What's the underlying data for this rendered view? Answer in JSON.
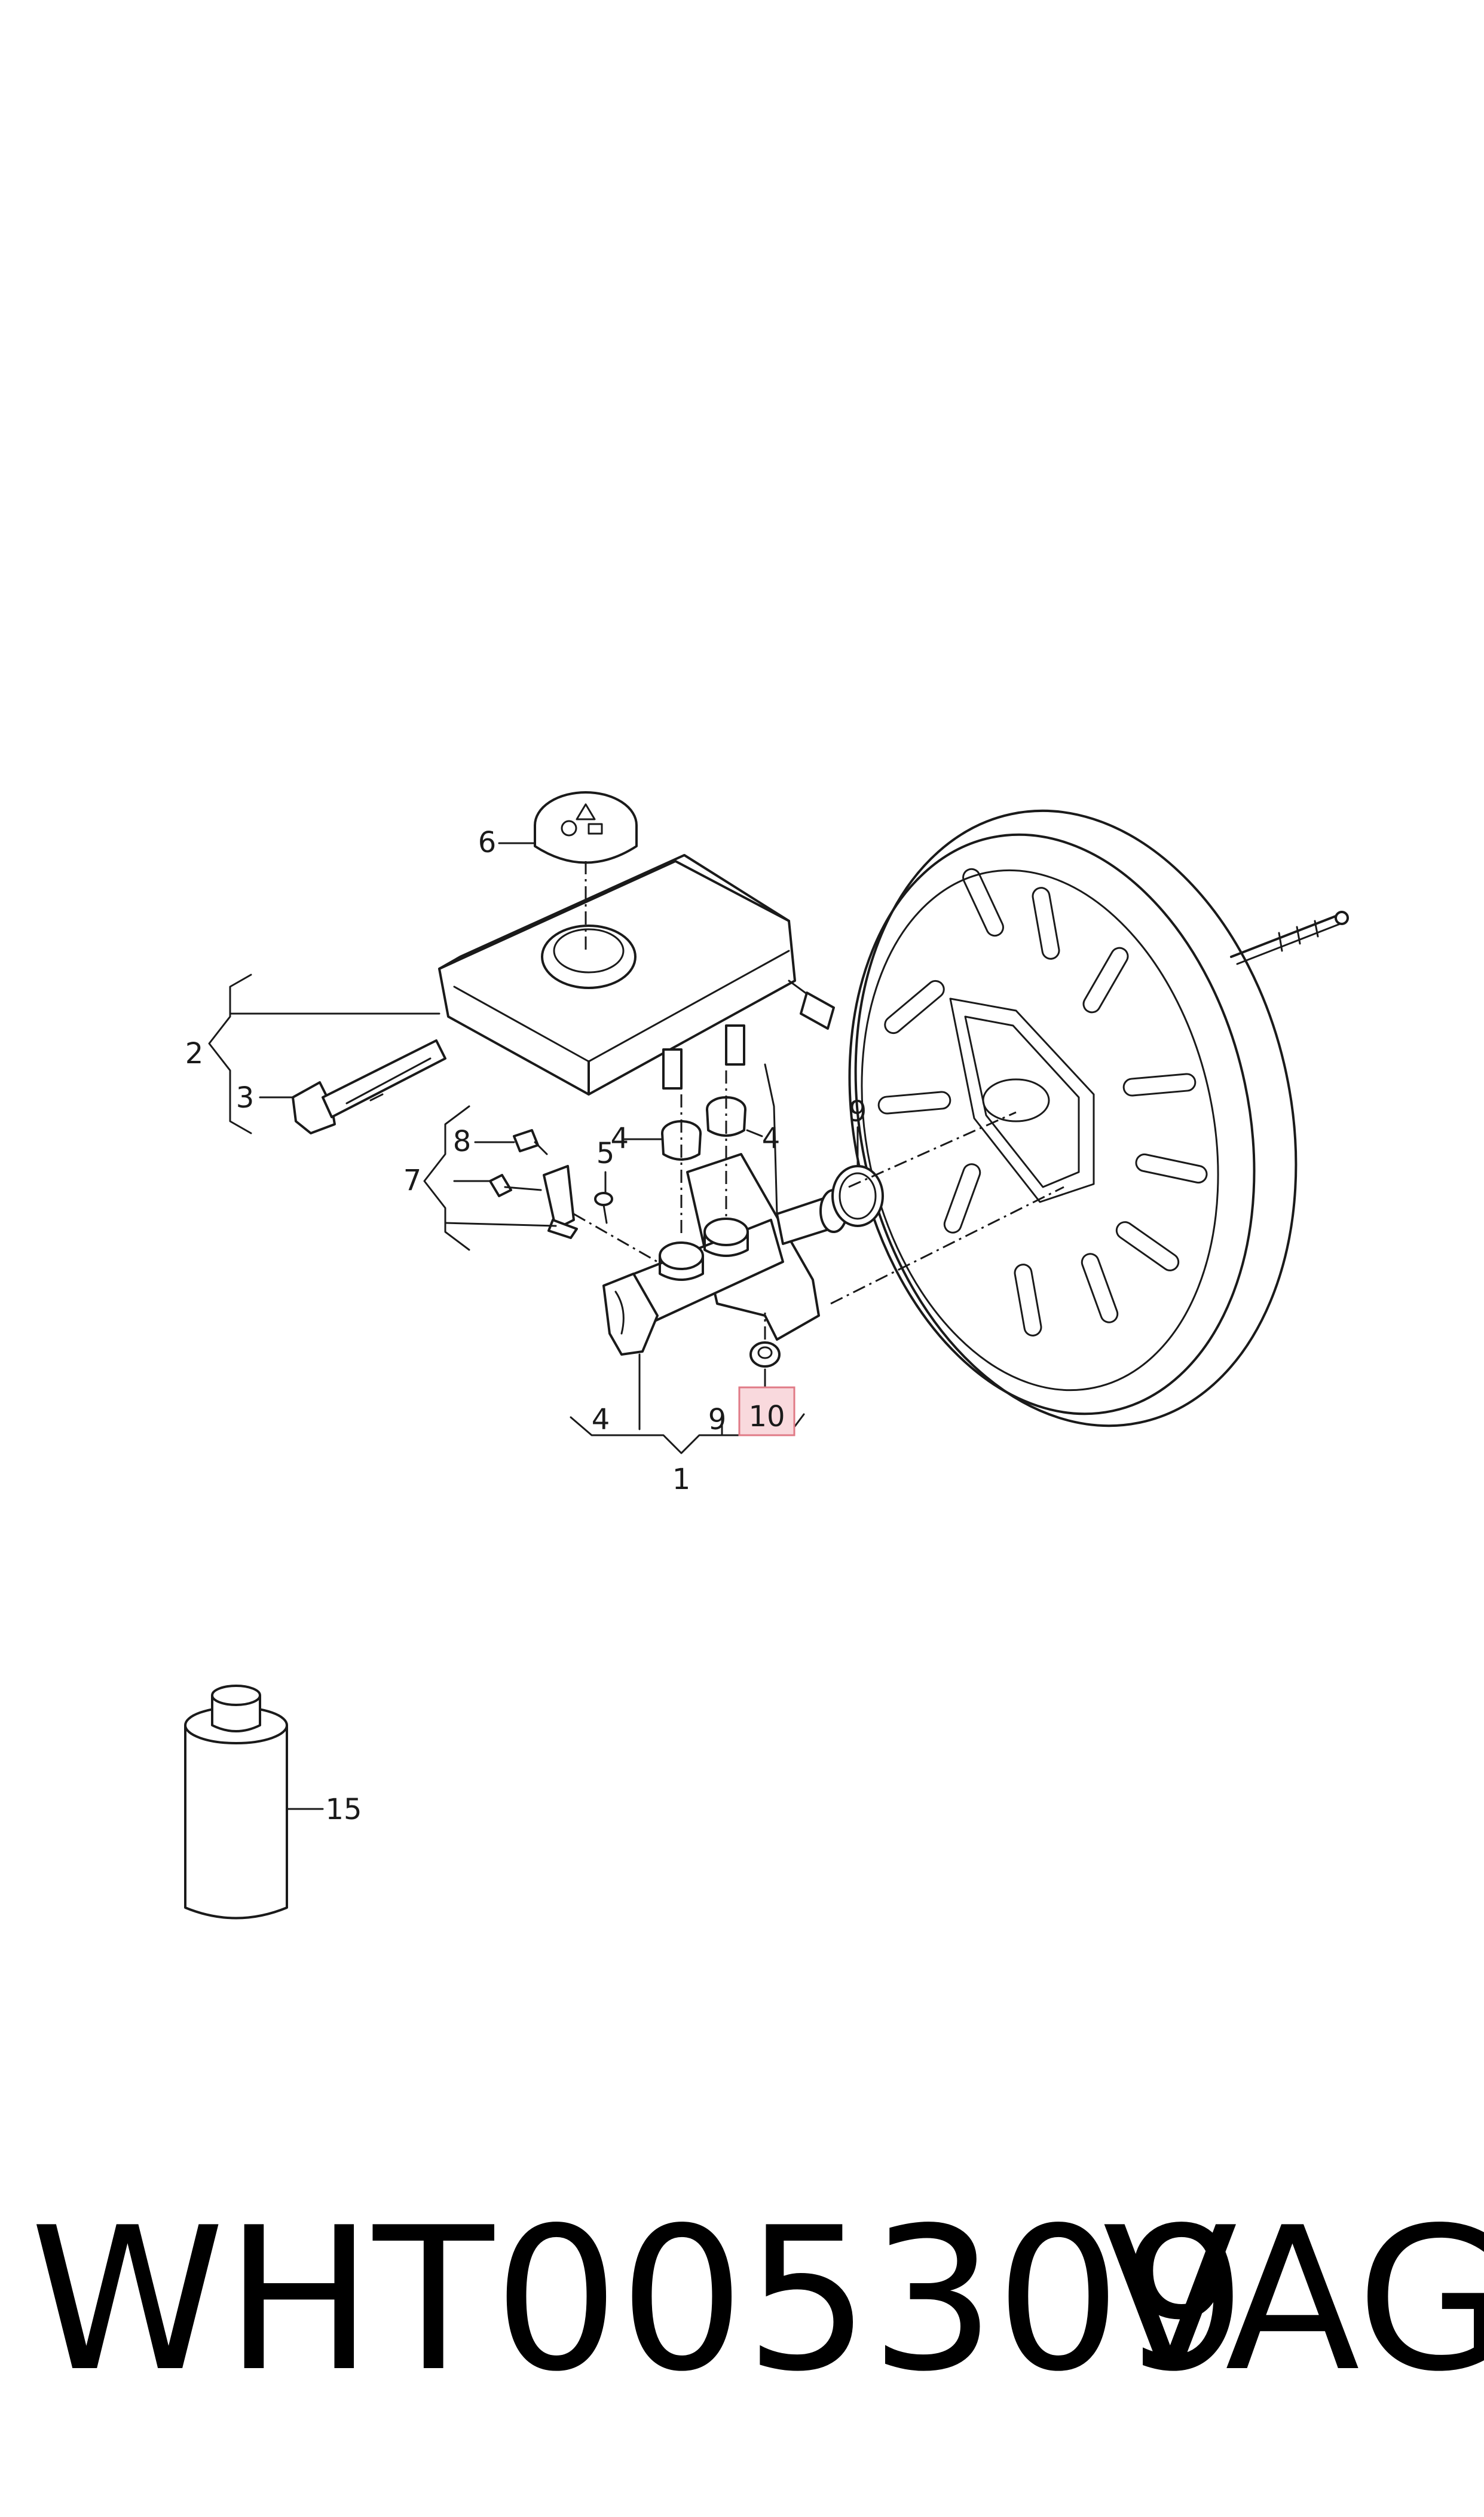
{
  "caption": {
    "part_number": "WHT005309",
    "brand": "VAG"
  },
  "callouts": {
    "c1": "1",
    "c2": "2",
    "c3": "3",
    "c4a": "4",
    "c4b": "4",
    "c4c": "4",
    "c5": "5",
    "c6": "6",
    "c7": "7",
    "c8": "8",
    "c9a": "9",
    "c9b": "9",
    "c10": "10",
    "c15": "15"
  },
  "highlighted_callout": "10",
  "colors": {
    "line": "#1a1a1a",
    "highlight_fill": "#f9d9dd",
    "highlight_stroke": "#e07a86"
  }
}
